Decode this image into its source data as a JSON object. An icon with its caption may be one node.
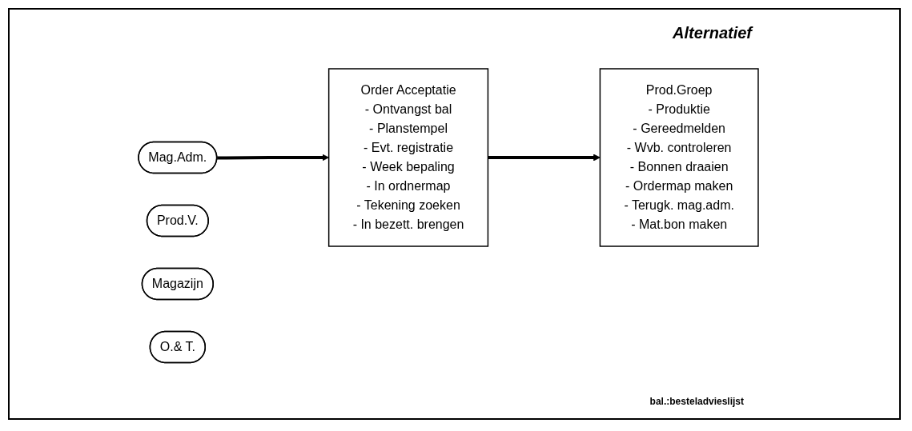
{
  "diagram": {
    "title": "Alternatief",
    "nodes": [
      {
        "text": [
          "Mag.Adm."
        ]
      },
      {
        "text": [
          "Order Acceptatie",
          "- Ontvangst bal",
          "- Planstempel",
          "- Evt. registratie",
          "- Week bepaling",
          "- In ordnermap",
          "- Tekening zoeken",
          "- In bezett. brengen"
        ]
      },
      {
        "text": [
          "Prod.Groep",
          "- Produktie",
          "- Gereedmelden",
          "- Wvb. controleren",
          "- Bonnen draaien",
          "- Ordermap maken",
          "- Terugk. mag.adm.",
          "- Mat.bon maken"
        ]
      },
      {
        "text": [
          "Prod.V."
        ]
      },
      {
        "text": [
          "Magazijn"
        ]
      },
      {
        "text": [
          "O.& T."
        ]
      }
    ],
    "edges": [
      {
        "from": 0,
        "to": 1,
        "arrow": "to"
      },
      {
        "from": 1,
        "to": 2,
        "arrow": "to"
      }
    ],
    "labels": [
      "bal.:besteladvieslijst"
    ]
  }
}
